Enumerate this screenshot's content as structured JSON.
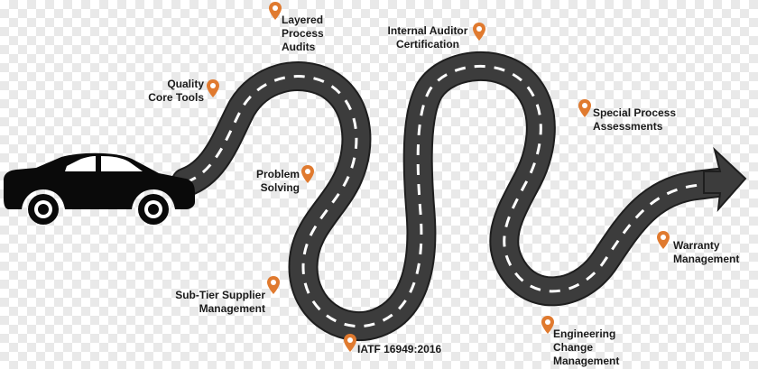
{
  "colors": {
    "road": "#3c3c3c",
    "road_edge": "#1e1e1e",
    "lane": "#ffffff",
    "pin": "#e07a2f",
    "car": "#0a0a0a",
    "text": "#1a1a1a"
  },
  "icons": {
    "pin": "map-pin-icon",
    "vehicle": "car-icon",
    "arrow": "arrow-head-icon"
  },
  "milestones": [
    {
      "lines": [
        "Quality",
        "Core Tools"
      ]
    },
    {
      "lines": [
        "Layered",
        "Process",
        "Audits"
      ]
    },
    {
      "lines": [
        "Internal Auditor",
        "Certification"
      ]
    },
    {
      "lines": [
        "Problem",
        "Solving"
      ]
    },
    {
      "lines": [
        "Special Process",
        "Assessments"
      ]
    },
    {
      "lines": [
        "Sub-Tier Supplier",
        "Management"
      ]
    },
    {
      "lines": [
        "IATF 16949:2016"
      ]
    },
    {
      "lines": [
        "Engineering",
        "Change",
        "Management"
      ]
    },
    {
      "lines": [
        "Warranty",
        "Management"
      ]
    }
  ]
}
